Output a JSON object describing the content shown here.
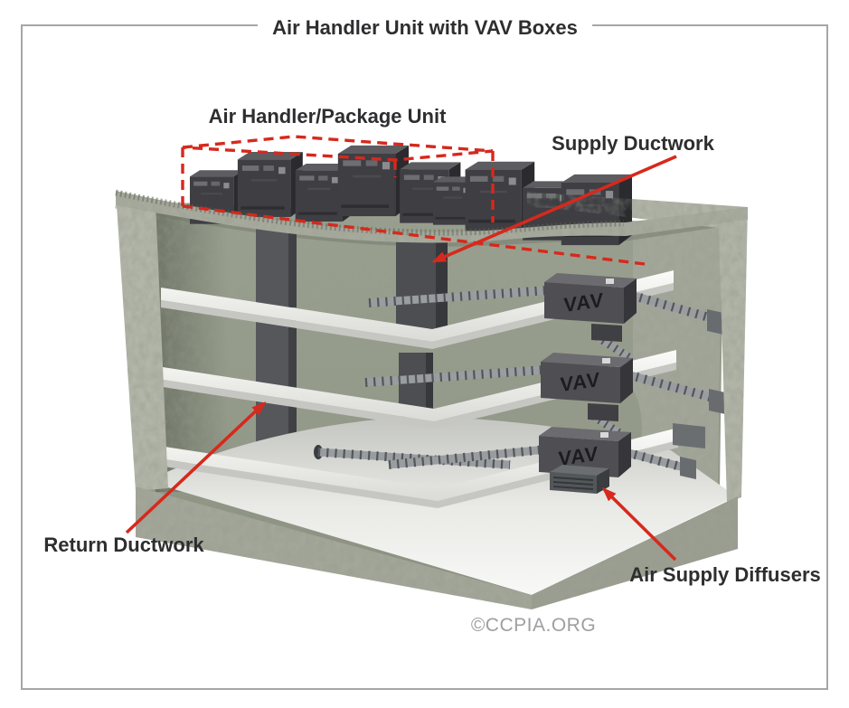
{
  "title": "Air Handler Unit with VAV Boxes",
  "labels": {
    "air_handler": "Air Handler/Package Unit",
    "supply_ductwork": "Supply Ductwork",
    "return_ductwork": "Return Ductwork",
    "air_supply_diffusers": "Air Supply Diffusers"
  },
  "vav_boxes": [
    {
      "label": "VAV"
    },
    {
      "label": "VAV"
    },
    {
      "label": "VAV"
    }
  ],
  "watermark": "©CCPIA.ORG",
  "colors": {
    "accent_red": "#d6291d",
    "label_text": "#2e2e30",
    "watermark_gray": "#9f9f9f",
    "frame_gray": "#a6a6a6"
  }
}
